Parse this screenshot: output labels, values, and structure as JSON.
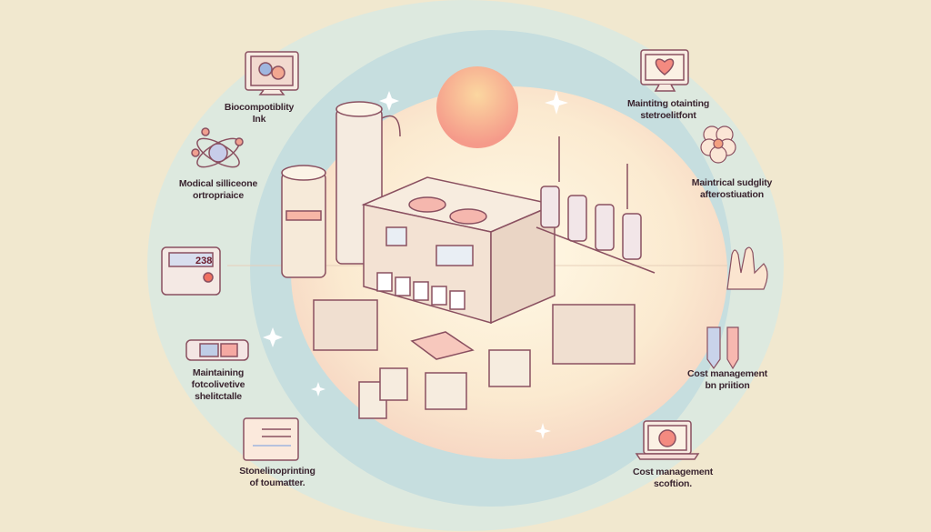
{
  "labels": {
    "top_left": [
      "Biocompotiblity",
      "Ink"
    ],
    "mid_left": [
      "Modical silliceone",
      "ortropriaice"
    ],
    "bottom_left": [
      "Maintaining",
      "fotcolivetive",
      "shelitctalle"
    ],
    "very_bottom_left": [
      "Stonelinoprinting",
      "of toumatter."
    ],
    "top_right": [
      "Maintitng otainting",
      "stetroelitfont"
    ],
    "mid_right": [
      "Maintrical sudglity",
      "afterostiuation"
    ],
    "bottom_right": [
      "Cost management",
      "bn priition"
    ],
    "very_bottom_right": [
      "Cost management",
      "scoftion."
    ]
  },
  "thermostat_reading": "238",
  "colors": {
    "background": "#f1e8cf",
    "outer_circle": "#dce9df",
    "inner_circle": "#c8dfe0",
    "sun": "#f9a38a",
    "accent": "#ef8c88",
    "outline": "#7a4050"
  }
}
